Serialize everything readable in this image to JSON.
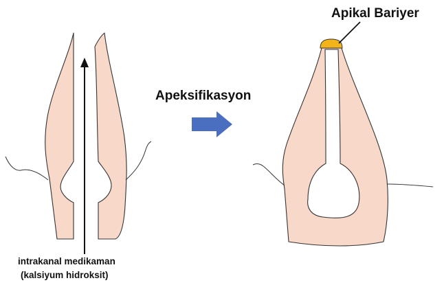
{
  "labels": {
    "apical_barrier": "Apikal Bariyer",
    "process": "Apeksifikasyon",
    "medicament_line1": "intrakanal medikaman",
    "medicament_line2": "(kalsiyum hidroksit)"
  },
  "colors": {
    "tooth_fill": "#f8d8c8",
    "outline": "#333333",
    "barrier_fill": "#f2b418",
    "process_arrow": "#4a6fc0",
    "text": "#111111"
  }
}
